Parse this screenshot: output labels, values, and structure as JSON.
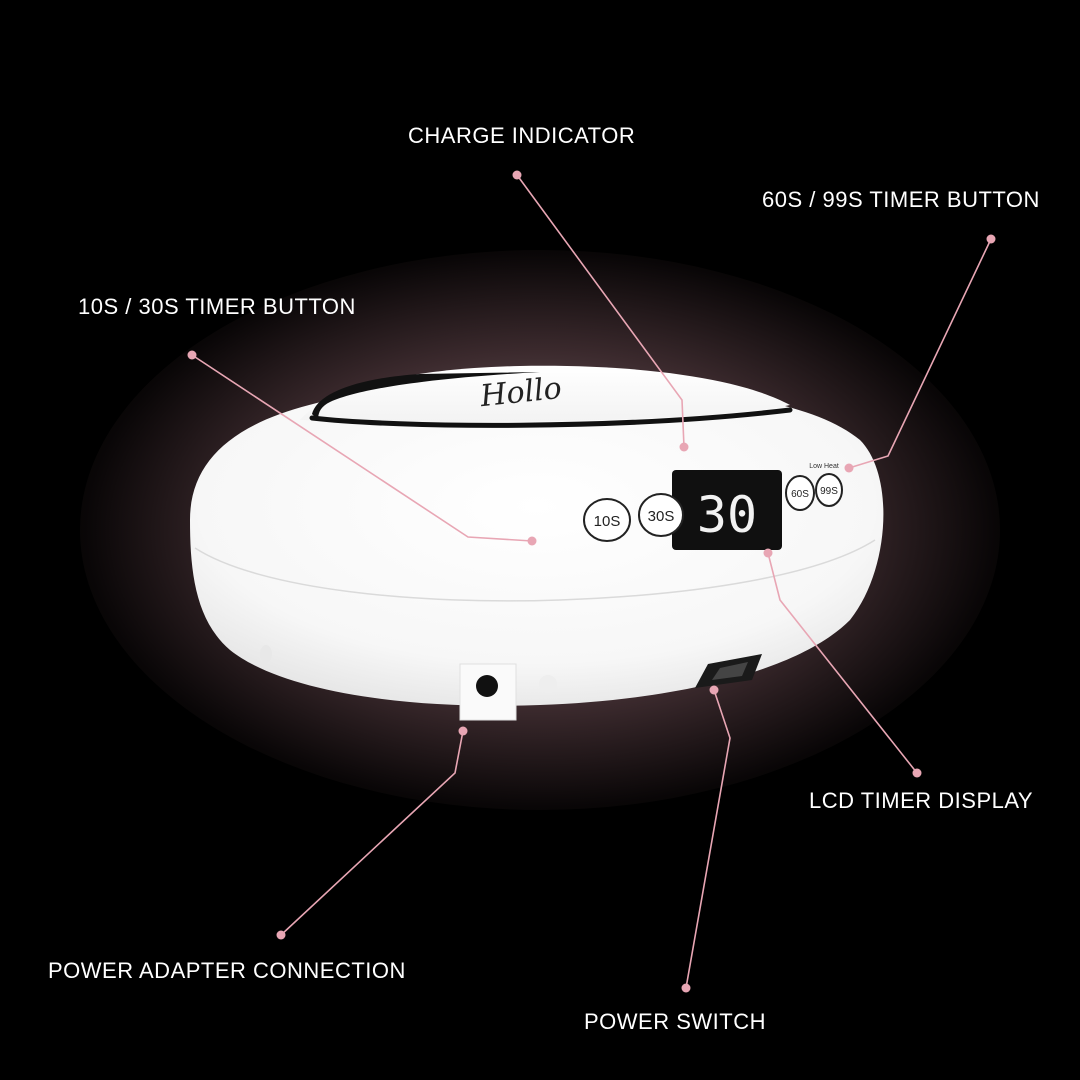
{
  "callouts": {
    "charge_indicator": "CHARGE INDICATOR",
    "timer_60_99": "60S / 99S TIMER BUTTON",
    "timer_10_30": "10S / 30S TIMER BUTTON",
    "lcd_display": "LCD TIMER DISPLAY",
    "power_adapter": "POWER ADAPTER CONNECTION",
    "power_switch": "POWER SWITCH"
  },
  "device": {
    "logo_text": "Hollo",
    "display_value": "30",
    "low_heat_label": "Low Heat",
    "buttons": [
      "10S",
      "30S",
      "60S",
      "99S"
    ]
  },
  "colors": {
    "background": "#000000",
    "callout_line": "#e8a6b4",
    "device_body": "#ffffff",
    "lcd_bg": "#101010",
    "lcd_digits": "#f2f2f2"
  }
}
